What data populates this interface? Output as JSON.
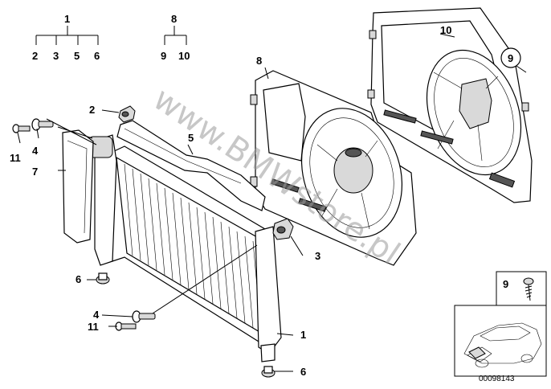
{
  "labels": {
    "l1_top": "1",
    "l2_top": "2",
    "l3_top": "3",
    "l5_top": "5",
    "l6_top": "6",
    "l8_top": "8",
    "l9_top": "9",
    "l10_top": "10",
    "l2": "2",
    "l5": "5",
    "l8": "8",
    "l10": "10",
    "l9_circle": "9",
    "l4_upper": "4",
    "l11_upper": "11",
    "l7": "7",
    "l3": "3",
    "l6_left": "6",
    "l4_lower": "4",
    "l11_lower": "11",
    "l1": "1",
    "l6_bottom": "6",
    "inset_9": "9"
  },
  "watermark": "www.BMWstore.pl",
  "reference_number": "00098143"
}
